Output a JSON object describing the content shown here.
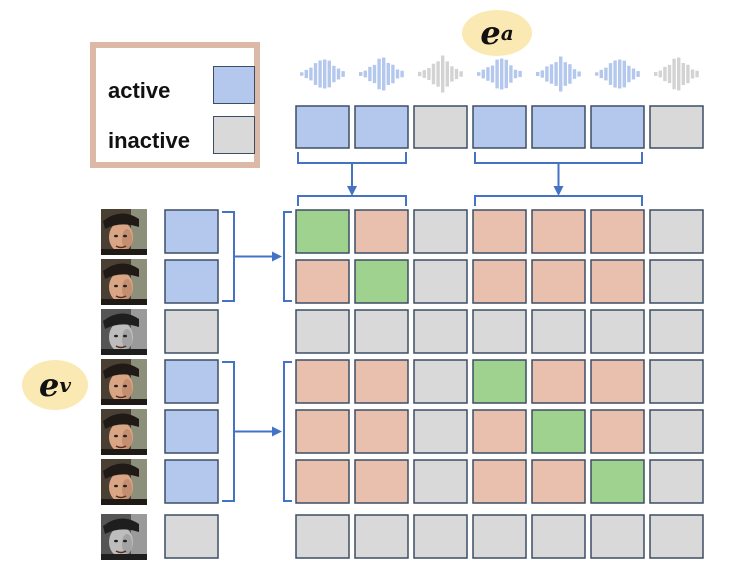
{
  "legend": {
    "active_label": "active",
    "inactive_label": "inactive"
  },
  "labels": {
    "audio_base": "e",
    "audio_sub": "a",
    "visual_base": "e",
    "visual_sub": "v"
  },
  "colors": {
    "active": "#b4c8ee",
    "inactive": "#d9d9d9",
    "negative": "#e8c0ad",
    "positive": "#9fd18f",
    "arrow": "#4472c4",
    "legend_border": "#dcb8a6",
    "label_bubble": "#fbe9b4",
    "waveform_active": "#b4c8ee",
    "waveform_inactive": "#d3d3d3"
  },
  "audio_segments": [
    "active",
    "active",
    "inactive",
    "active",
    "active",
    "active",
    "inactive"
  ],
  "visual_frames": [
    "active",
    "active",
    "inactive",
    "active",
    "active",
    "active",
    "inactive"
  ],
  "face_frames": [
    "color",
    "color",
    "gray",
    "color",
    "color",
    "color",
    "gray"
  ],
  "matrix": [
    [
      "positive",
      "negative",
      "inactive",
      "negative",
      "negative",
      "negative",
      "inactive"
    ],
    [
      "negative",
      "positive",
      "inactive",
      "negative",
      "negative",
      "negative",
      "inactive"
    ],
    [
      "inactive",
      "inactive",
      "inactive",
      "inactive",
      "inactive",
      "inactive",
      "inactive"
    ],
    [
      "negative",
      "negative",
      "inactive",
      "positive",
      "negative",
      "negative",
      "inactive"
    ],
    [
      "negative",
      "negative",
      "inactive",
      "negative",
      "positive",
      "negative",
      "inactive"
    ],
    [
      "negative",
      "negative",
      "inactive",
      "negative",
      "negative",
      "positive",
      "inactive"
    ],
    [
      "inactive",
      "inactive",
      "inactive",
      "inactive",
      "inactive",
      "inactive",
      "inactive"
    ]
  ],
  "audio_groups": [
    [
      0,
      1
    ],
    [
      3,
      5
    ]
  ],
  "visual_groups": [
    [
      0,
      1
    ],
    [
      3,
      5
    ]
  ]
}
